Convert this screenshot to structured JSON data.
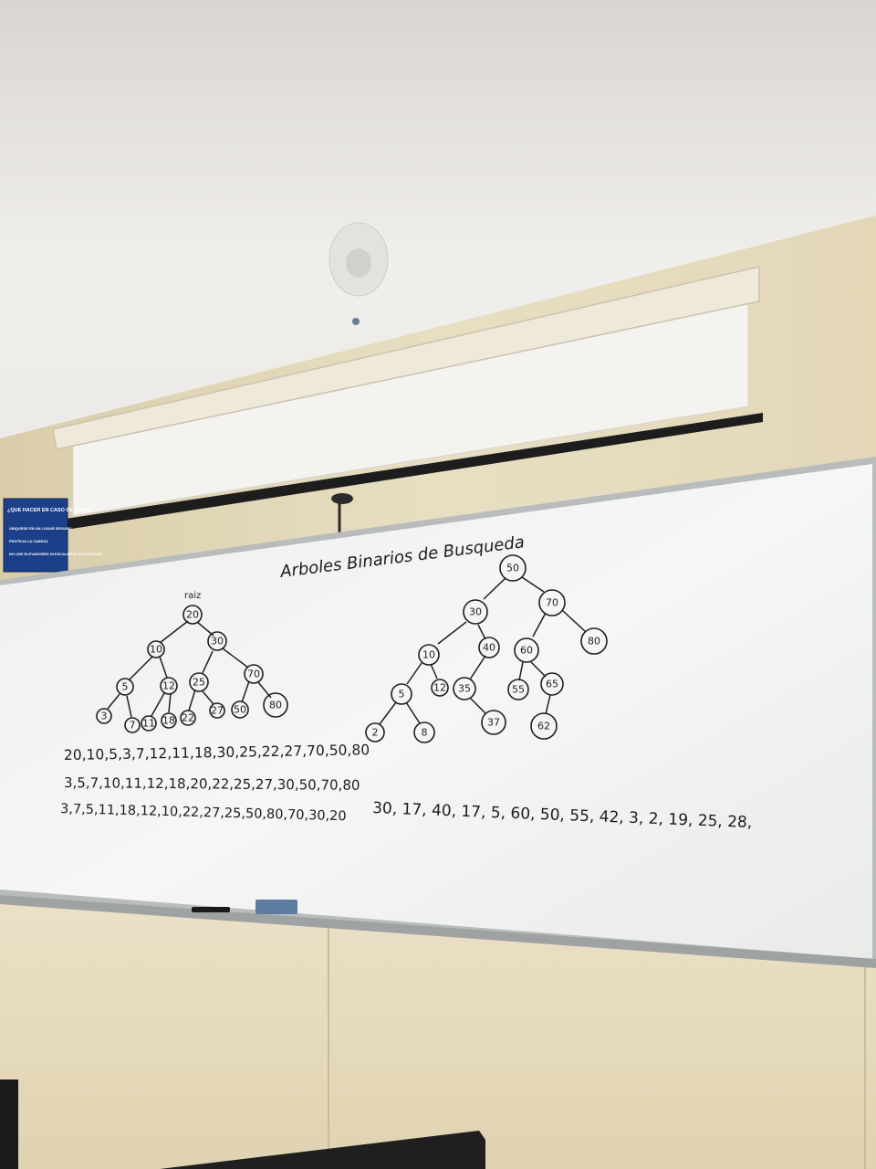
{
  "board": {
    "title": "Arboles Binarios de Busqueda",
    "left_tree_label": "raiz",
    "sequences_left": [
      "20,10,5,3,7,12,11,18,30,25,22,27,70,50,80",
      "3,5,7,10,11,12,18,20,22,25,27,30,50,70,80",
      "3,7,5,11,18,12,10,22,27,25,50,80,70,30,20"
    ],
    "sequence_right": "30, 17, 40, 17, 5, 60, 50, 55, 42, 3, 2, 19, 25, 28,"
  },
  "left_tree": {
    "nodes": [
      "20",
      "10",
      "30",
      "5",
      "12",
      "25",
      "70",
      "3",
      "7",
      "11",
      "18",
      "22",
      "27",
      "50",
      "80"
    ]
  },
  "right_tree": {
    "nodes": [
      "50",
      "30",
      "70",
      "10",
      "40",
      "60",
      "80",
      "5",
      "12",
      "35",
      "55",
      "65",
      "2",
      "8",
      "37",
      "62"
    ]
  },
  "sign": {
    "title": "¿QUE HACER EN CASO DE SISMO?",
    "items": [
      "UBIQUESE EN UN LUGAR SEGURO",
      "PROTEJA LA CABEZA",
      "NO USE ELEVADORES NI ESCALERAS ELECTRICAS"
    ]
  },
  "colors": {
    "wall": "#e6dcc0",
    "ceiling": "#f2efea",
    "board": "#f3f4f1",
    "screen": "#f4f3ef",
    "sign": "#1c3f8a",
    "ink": "#1c1c1c"
  }
}
